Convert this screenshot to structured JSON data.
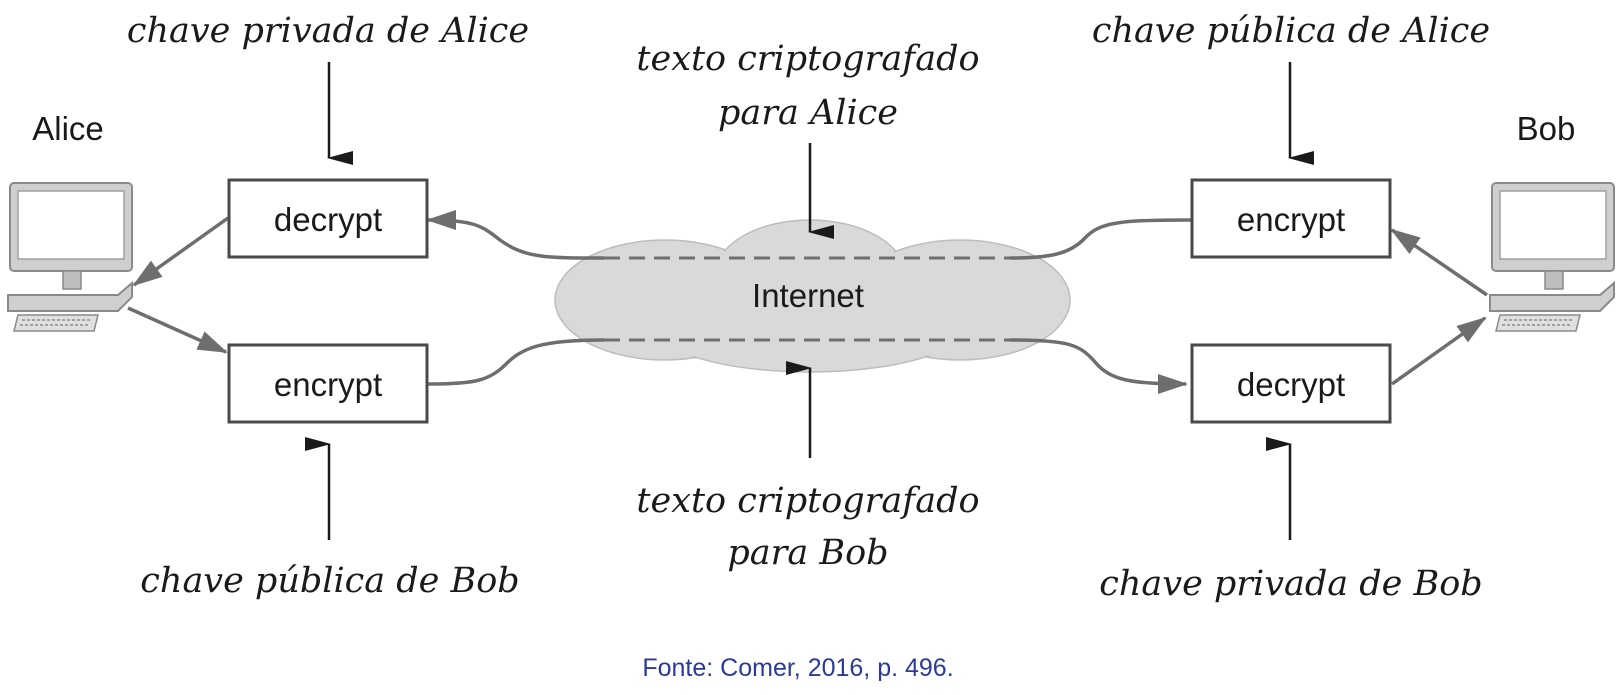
{
  "actors": {
    "alice": "Alice",
    "bob": "Bob"
  },
  "boxes": {
    "alice_decrypt": "decrypt",
    "alice_encrypt": "encrypt",
    "bob_encrypt": "encrypt",
    "bob_decrypt": "decrypt"
  },
  "keys": {
    "alice_private_key": "chave privada de Alice",
    "bob_public_key": "chave pública de Bob",
    "alice_public_key": "chave pública de Alice",
    "bob_private_key": "chave privada de Bob"
  },
  "ciphertext": {
    "to_alice_line1": "texto criptografado",
    "to_alice_line2": "para Alice",
    "to_bob_line1": "texto criptografado",
    "to_bob_line2": "para Bob"
  },
  "network": {
    "label": "Internet"
  },
  "caption": "Fonte: Comer, 2016, p. 496.",
  "colors": {
    "line": "#6e6e6e",
    "box_border": "#4a4a4a",
    "cloud_fill": "#d9d9d9",
    "caption": "#2b3a9a"
  },
  "icons": {
    "alice_computer": "desktop-computer-icon",
    "bob_computer": "desktop-computer-icon"
  }
}
